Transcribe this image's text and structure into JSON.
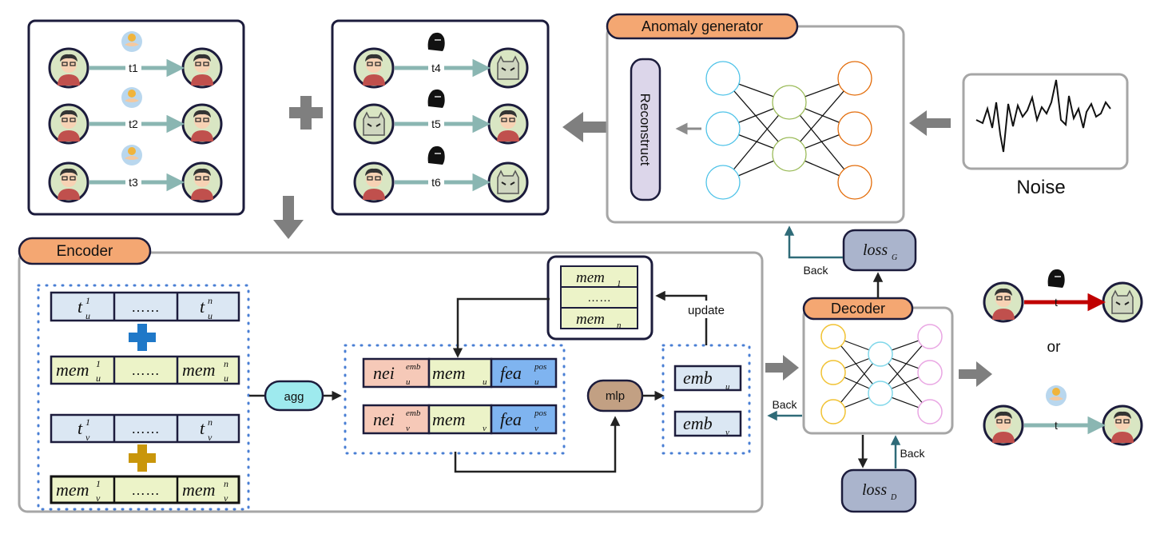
{
  "panels": {
    "anomaly_generator": {
      "title": "Anomaly generator",
      "reconstruct": "Reconstruct"
    },
    "noise": {
      "label": "Noise"
    },
    "encoder": {
      "title": "Encoder",
      "agg": "agg",
      "mlp": "mlp",
      "update": "update"
    },
    "decoder": {
      "title": "Decoder"
    },
    "losses": {
      "g_main": "loss",
      "g_sub": "G",
      "d_main": "loss",
      "d_sub": "D",
      "back": "Back"
    },
    "output": {
      "or": "or",
      "edge_t": "t"
    }
  },
  "normal_edges": [
    "t1",
    "t2",
    "t3"
  ],
  "anomaly_edges": [
    "t4",
    "t5",
    "t6"
  ],
  "encoder_rows": {
    "dots": "……",
    "t_main": "t",
    "t_sup1": "1",
    "t_supn": "n",
    "sub_u": "u",
    "sub_v": "v",
    "mem_main": "mem"
  },
  "memory_bank": {
    "mem": "mem",
    "sub1": "1",
    "subn": "n",
    "dots": "……"
  },
  "features": {
    "nei": "nei",
    "nei_sup": "emb",
    "mem": "mem",
    "fea": "fea",
    "fea_sup": "pos",
    "sub_u": "u",
    "sub_v": "v"
  },
  "embeddings": {
    "emb": "emb",
    "sub_u": "u",
    "sub_v": "v"
  },
  "colors": {
    "panel_border_dark": "#1c1c3c",
    "panel_border_gray": "#a6a6a6",
    "title_fill": "#f4a772",
    "arrow_teal": "#8ab6b2",
    "arrow_gray": "#7f7f7f",
    "loss_fill": "#aab4cc",
    "agg_fill": "#9eeaee",
    "mlp_fill": "#c2a083",
    "t_row_fill": "#dbe7f3",
    "mem_row_fill": "#ecf3c8",
    "nei_fill": "#f6c9b8",
    "fea_fill": "#7fb4f0",
    "red_edge": "#c00000",
    "back_arrow": "#2f6b78"
  }
}
